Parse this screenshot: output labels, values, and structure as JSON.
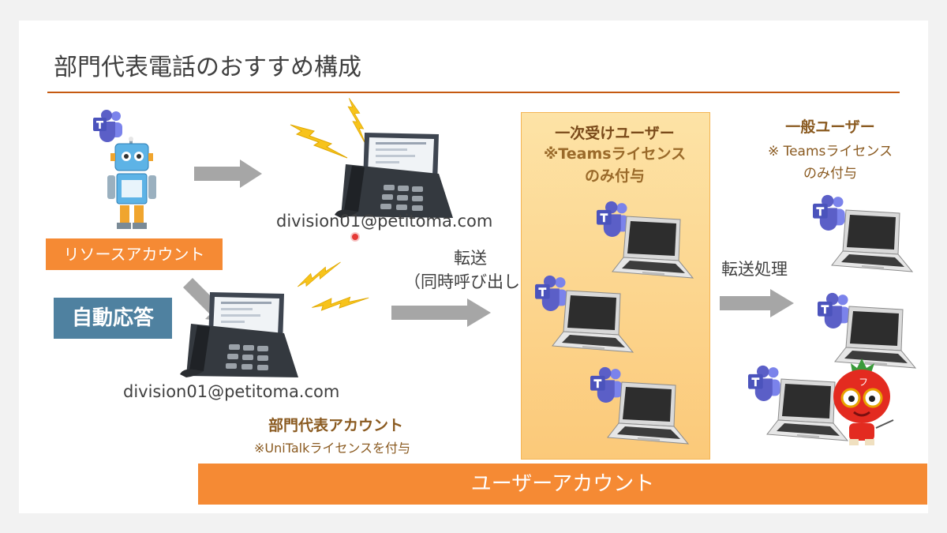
{
  "title": "部門代表電話のおすすめ構成",
  "resource_account_label": "リソースアカウント",
  "auto_attendant_label": "自動応答",
  "phone_emails": {
    "top": "division01@petitoma.com",
    "bottom": "division01@petitoma.com"
  },
  "dept_account": {
    "title": "部門代表アカウント",
    "license": "※UniTalkライセンスを付与"
  },
  "forward_label": {
    "line1": "転送",
    "line2": "（同時呼び出し）"
  },
  "forward_process_label": "転送処理",
  "first_users": {
    "title": "一次受けユーザー",
    "license_line1": "※Teamsライセンス",
    "license_line2": "のみ付与"
  },
  "general_users": {
    "title": "一般ユーザー",
    "license_line1": "※ Teamsライセンス",
    "license_line2": "のみ付与"
  },
  "mascot_mark": "フ",
  "user_account_bar": "ユーザーアカウント",
  "colors": {
    "accent_orange": "#f58a34",
    "auto_blue": "#4f81a0",
    "teams_purple": "#5b5fc7",
    "highlight_box": "#fbc979",
    "lightning": "#f7c31b",
    "arrow_gray": "#a6a6a6"
  },
  "icons": [
    "teams-icon",
    "robot-icon",
    "desk-phone-icon",
    "lightning-icon",
    "laptop-icon",
    "arrow-right-icon",
    "tomato-mascot-icon"
  ]
}
